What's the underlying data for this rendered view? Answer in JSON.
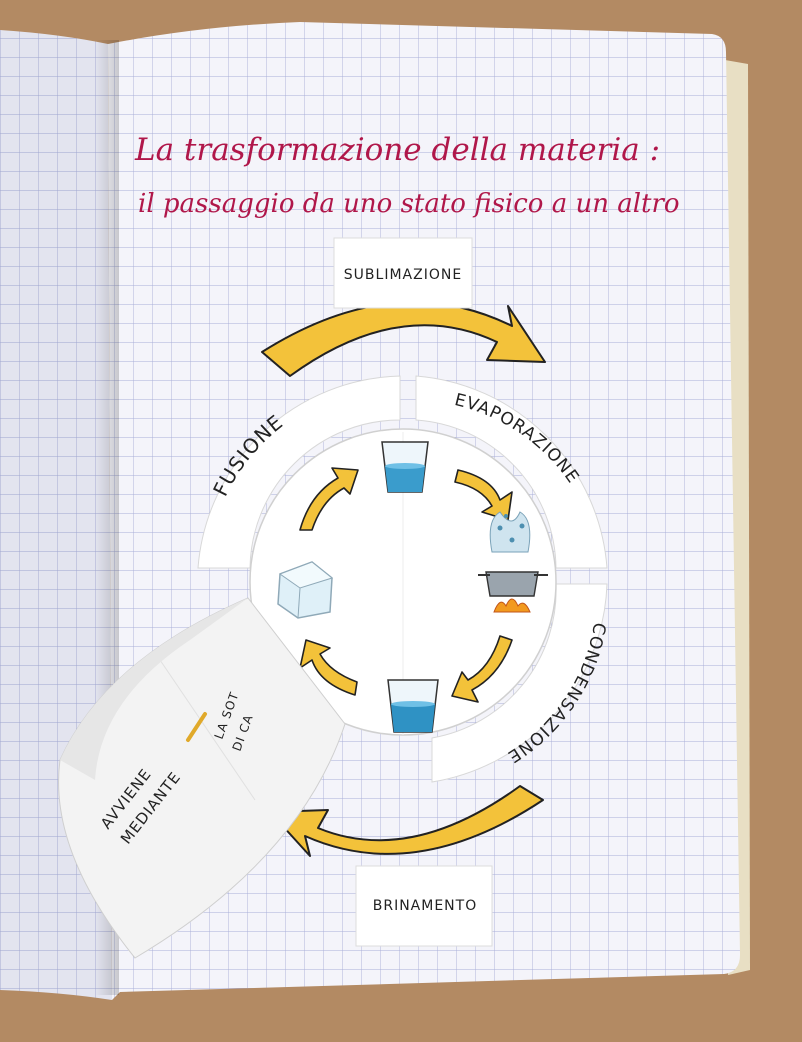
{
  "title": {
    "line1": "La trasformazione della materia :",
    "line2": "il passaggio da uno stato fisico a un altro"
  },
  "labels": {
    "sublimation": "SUBLIMAZIONE",
    "frosting": "BRINAMENTO",
    "fusion": "FUSIONE",
    "evaporation": "EVAPORAZIONE",
    "condensation": "CONDENSAZIONE"
  },
  "flap": {
    "line1": "AVVIENE",
    "line2": "MEDIANTE",
    "inner1": "LA SOT",
    "inner2": "DI CA"
  },
  "colors": {
    "arrow": "#f3c23a",
    "arrow_outline": "#222222",
    "title_ink": "#b0174a",
    "water": "#3a9ccc",
    "grid": "#9fa6d6",
    "table": "#b38a63"
  },
  "icons": [
    "glass-of-water-icon",
    "ice-cube-icon",
    "boiling-pot-icon",
    "cycle-arrow-icon"
  ]
}
